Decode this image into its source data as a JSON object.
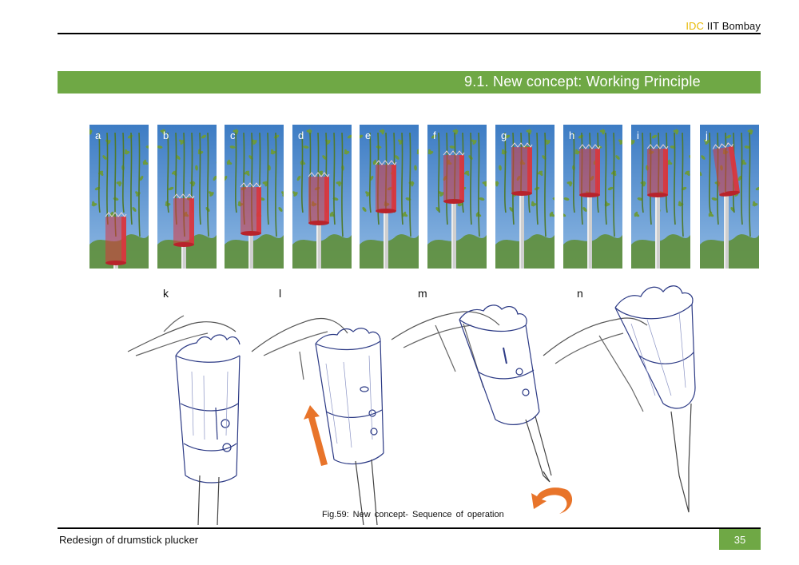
{
  "header": {
    "brand_idc": "IDC",
    "brand_iit": " IIT Bombay"
  },
  "section": {
    "title": "9.1. New concept: Working Principle"
  },
  "photo_strip": {
    "labels": [
      "a",
      "b",
      "c",
      "d",
      "e",
      "f",
      "g",
      "h",
      "i",
      "j"
    ]
  },
  "sketches": {
    "labels": [
      "k",
      "l",
      "m",
      "n"
    ]
  },
  "caption": "Fig.59: New concept- Sequence of operation",
  "footer": {
    "text": "Redesign of drumstick plucker",
    "page_number": "35"
  },
  "colors": {
    "accent_green": "#6fa845",
    "brand_yellow": "#e8b900",
    "sky": "#5f95cf",
    "cup_red": "#d9363e",
    "arrow_orange": "#e8742a",
    "ink_blue": "#2c3a85"
  }
}
